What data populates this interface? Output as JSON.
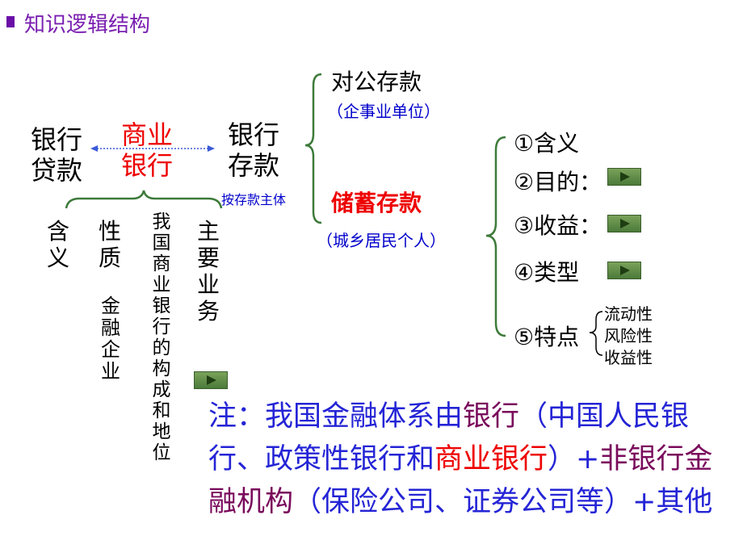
{
  "title": "知识逻辑结构",
  "left": {
    "loans": "银行\n贷款",
    "commercial_bank": "商业\n银行",
    "deposits": "银行\n存款",
    "deposit_subject_note": "按存款主体"
  },
  "sub_items": {
    "meaning": "含义",
    "nature": "性质",
    "financial_enterprise": "金融企业",
    "composition": "我国商业银行的构成和地位",
    "main_business": "主要业务"
  },
  "deposit_types": {
    "corporate": "对公存款",
    "corporate_note": "（企事业单位）",
    "savings": "储蓄存款",
    "savings_note": "（城乡居民个人）"
  },
  "savings_details": {
    "items": [
      "①含义",
      "②目的：",
      "③收益：",
      "④类型",
      "⑤特点"
    ],
    "traits": [
      "流动性",
      "风险性",
      "收益性"
    ]
  },
  "note": {
    "prefix": "注：我国金融体系由",
    "bank": "银行",
    "mid": "（中国人民银行、政策性银行和",
    "commercial": "商业银行",
    "plus1": "）+",
    "nonbank": "非银行金融机构",
    "suffix": "（保险公司、证券公司等）+其他"
  },
  "colors": {
    "title": "#7a1fb0",
    "red": "#ee0000",
    "blue": "#0000cc",
    "note": "#2424d6",
    "purple": "#7a0a5c"
  }
}
